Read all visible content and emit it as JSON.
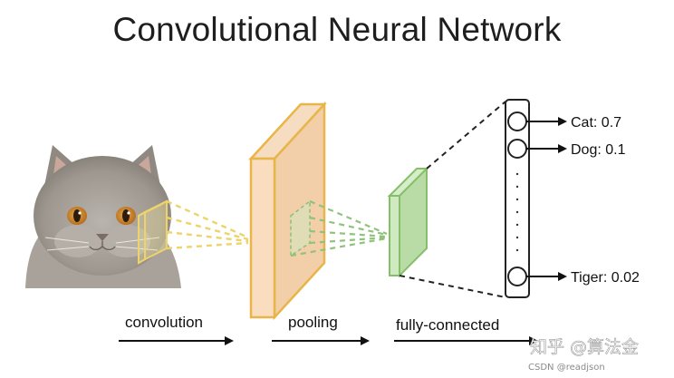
{
  "title": "Convolutional Neural Network",
  "stages": {
    "convolution": "convolution",
    "pooling": "pooling",
    "fully_connected": "fully-connected"
  },
  "outputs": [
    {
      "label": "Cat: 0.7"
    },
    {
      "label": "Dog: 0.1"
    },
    {
      "label": "Tiger: 0.02"
    }
  ],
  "watermark": {
    "main": "知乎 @算法金",
    "sub": "CSDN @readjson"
  },
  "colors": {
    "conv_fill": "#fadcbf",
    "conv_stroke": "#e8b648",
    "pool_fill": "#cfe9c1",
    "pool_stroke": "#86bf6a",
    "conv_dashes": "#ecd46b",
    "pool_dashes": "#8fc27a"
  }
}
